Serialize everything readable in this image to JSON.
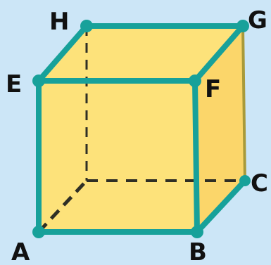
{
  "diagram": {
    "vertices": {
      "A": "A",
      "B": "B",
      "C": "C",
      "E": "E",
      "F": "F",
      "G": "G",
      "H": "H"
    },
    "colors": {
      "background": "#cce6f7",
      "face_fill": "#fde27a",
      "edge": "#17a19a",
      "hidden_edge": "#2f2f25",
      "label": "#111111"
    }
  }
}
